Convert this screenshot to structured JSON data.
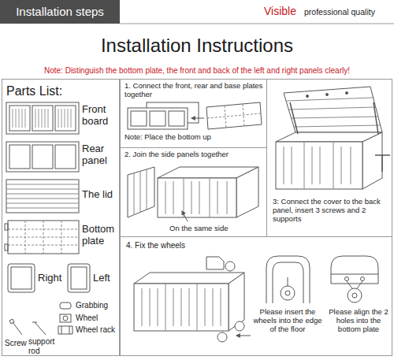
{
  "diagram": {
    "title": "Installation Instructions",
    "nodes": [
      {
        "text": [
          "Installation steps"
        ]
      },
      {
        "text": [
          "Parts List:"
        ]
      },
      {
        "text": [
          "1. Connect the front, rear and base plates together",
          "Note: Place the bottom up"
        ]
      },
      {
        "text": [
          "2. Join the side panels together",
          "On the same side"
        ]
      },
      {
        "text": [
          "3: Connect the cover to the back panel, insert 3 screws and 2 supports"
        ]
      },
      {
        "text": [
          "4. Fix the wheels",
          "Please insert the wheels into the edge of the floor",
          "Please align the 2 holes into the bottom plate"
        ]
      }
    ],
    "labels": [
      "Visible",
      "professional quality",
      "Note: Distinguish the bottom plate, the front and back of the left and right panels clearly!",
      "Front board",
      "Rear panel",
      "The lid",
      "Bottom plate",
      "Right",
      "Left",
      "Grabbing",
      "Wheel",
      "Wheel rack",
      "Screw",
      "support rod"
    ]
  }
}
